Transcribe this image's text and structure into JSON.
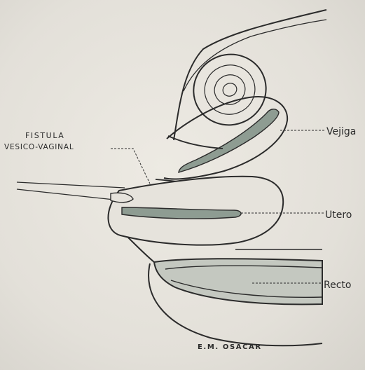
{
  "labels": {
    "fistula_line1": "FISTULA",
    "fistula_line2": "VESICO-VAGINAL",
    "vejiga": "Vejiga",
    "utero": "Utero",
    "recto": "Recto"
  },
  "signature": "E.M. OSACAR",
  "colors": {
    "paper": "#e4e1da",
    "ink": "#2b2b2b",
    "organ_fill": "#8e9c92",
    "rectum_fill": "#c4c8c0"
  }
}
